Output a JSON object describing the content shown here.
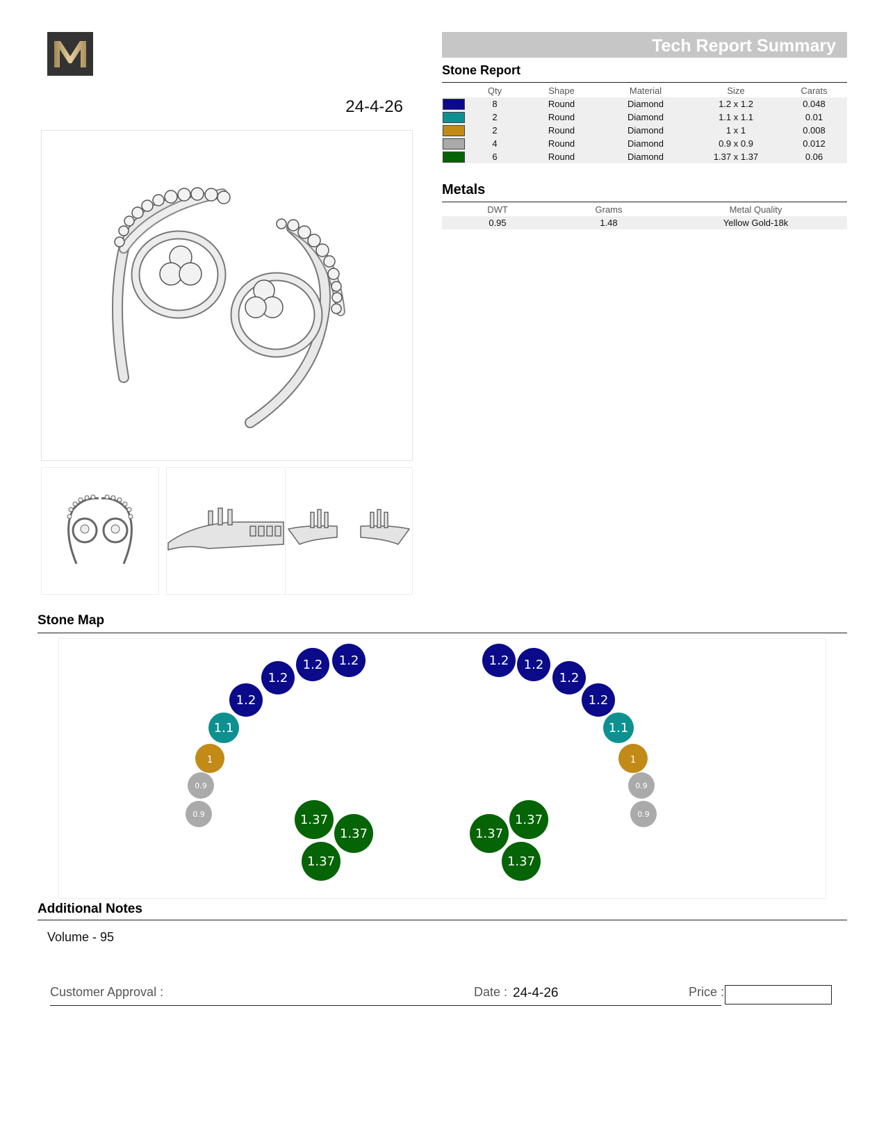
{
  "logo": {
    "letter": "M"
  },
  "header": {
    "date": "24-4-26",
    "report_title": "Tech Report Summary"
  },
  "stone_report": {
    "title": "Stone Report",
    "columns": [
      "Qty",
      "Shape",
      "Material",
      "Size",
      "Carats"
    ],
    "rows": [
      {
        "color": "#0a0a8a",
        "qty": "8",
        "shape": "Round",
        "material": "Diamond",
        "size": "1.2 x 1.2",
        "carats": "0.048"
      },
      {
        "color": "#0e9090",
        "qty": "2",
        "shape": "Round",
        "material": "Diamond",
        "size": "1.1 x 1.1",
        "carats": "0.01"
      },
      {
        "color": "#c28a17",
        "qty": "2",
        "shape": "Round",
        "material": "Diamond",
        "size": "1 x 1",
        "carats": "0.008"
      },
      {
        "color": "#aaaaaa",
        "qty": "4",
        "shape": "Round",
        "material": "Diamond",
        "size": "0.9 x 0.9",
        "carats": "0.012"
      },
      {
        "color": "#056405",
        "qty": "6",
        "shape": "Round",
        "material": "Diamond",
        "size": "1.37 x 1.37",
        "carats": "0.06"
      }
    ]
  },
  "metals": {
    "title": "Metals",
    "columns": [
      "DWT",
      "Grams",
      "Metal Quality"
    ],
    "rows": [
      {
        "dwt": "0.95",
        "grams": "1.48",
        "quality": "Yellow Gold-18k"
      }
    ]
  },
  "stone_map": {
    "title": "Stone Map",
    "stone_colors": {
      "1.2": "#0a0a8a",
      "1.1": "#0e9090",
      "1": "#c28a17",
      "0.9": "#aaaaaa",
      "1.37": "#056405"
    }
  },
  "notes": {
    "title": "Additional Notes",
    "text": "Volume - 95"
  },
  "footer": {
    "approval_label": "Customer Approval :",
    "date_label": "Date :",
    "date_value": "24-4-26",
    "price_label": "Price :",
    "price_value": ""
  }
}
